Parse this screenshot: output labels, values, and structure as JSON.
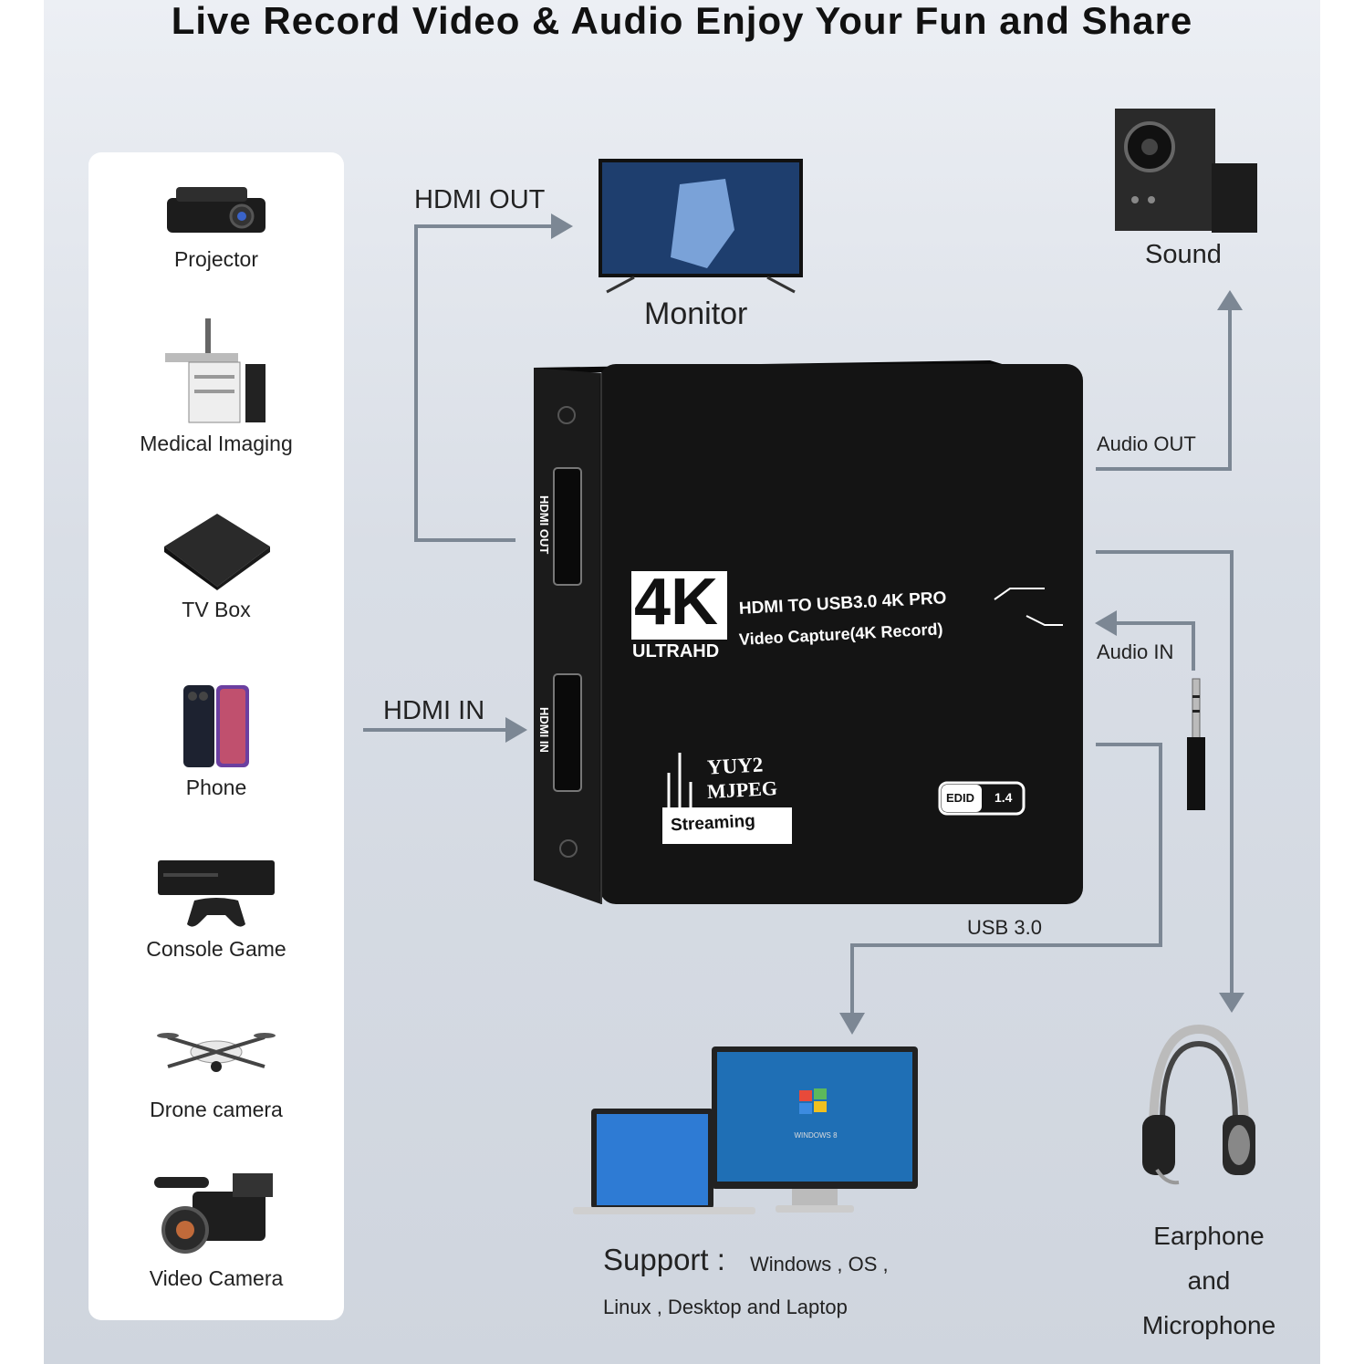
{
  "headline": "Live Record Video & Audio Enjoy Your Fun and Share",
  "devices": [
    {
      "label": "Projector",
      "icon": "projector-icon"
    },
    {
      "label": "Medical Imaging",
      "icon": "medical-imaging-icon"
    },
    {
      "label": "TV Box",
      "icon": "tv-box-icon"
    },
    {
      "label": "Phone",
      "icon": "phone-icon"
    },
    {
      "label": "Console Game",
      "icon": "console-game-icon"
    },
    {
      "label": "Drone camera",
      "icon": "drone-icon"
    },
    {
      "label": "Video Camera",
      "icon": "video-camera-icon"
    }
  ],
  "connections": {
    "hdmi_out": "HDMI OUT",
    "hdmi_in": "HDMI IN",
    "audio_out": "Audio OUT",
    "audio_in": "Audio IN",
    "usb": "USB 3.0"
  },
  "targets": {
    "monitor": "Monitor",
    "sound": "Sound",
    "earphone": [
      "Earphone",
      "and",
      "Microphone"
    ]
  },
  "device_box": {
    "badge_main": "4K",
    "badge_sub": "ULTRAHD",
    "line1": "HDMI TO USB3.0 4K PRO",
    "line2": "Video Capture(4K Record)",
    "formats": [
      "YUY2",
      "MJPEG"
    ],
    "streaming": "Streaming",
    "edid_label": "EDID",
    "edid_value": "1.4",
    "port_out": "HDMI OUT",
    "port_in": "HDMI IN"
  },
  "pc": {
    "screen_text": "WINDOWS 8"
  },
  "support": {
    "title": "Support :",
    "line1": "Windows , OS ,",
    "line2": "Linux , Desktop and Laptop"
  },
  "colors": {
    "arrow": "#7c8794",
    "device": "#141414",
    "background": "#d9dee6"
  }
}
